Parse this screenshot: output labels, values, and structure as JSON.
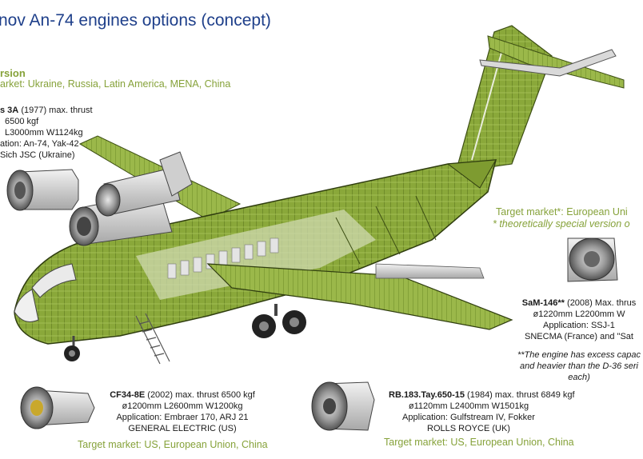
{
  "title": "nov An-74 engines options (concept)",
  "left_block": {
    "heading": "rsion",
    "market": "arket: Ukraine, Russia, Latin America, MENA, China",
    "engine_name": "s 3A",
    "lines": [
      "(1977) max. thrust",
      "6500 kgf",
      "L3000mm W1124kg",
      "ation: An-74, Yak-42",
      "Sich JSC (Ukraine)"
    ]
  },
  "right_top": {
    "market": "Target market*: European Uni",
    "note": "* theoretically special version o"
  },
  "sam146": {
    "name": "SaM-146**",
    "line1": "(2008) Max. thrus",
    "line2": "ø1220mm L2200mm W",
    "line3": "Application: SSJ-1",
    "line4": "SNECMA (France) and \"Sat"
  },
  "sam_note": {
    "line1": "**The engine has excess capac",
    "line2": "and heavier than the D-36 seri",
    "line3": "each)"
  },
  "cf34": {
    "name": "CF34-8E",
    "line1": "(2002) max. thrust 6500 kgf",
    "line2": "ø1200mm L2600mm W1200kg",
    "line3": "Application: Embraer 170, ARJ 21",
    "line4": "GENERAL ELECTRIC (US)",
    "market": "Target market: US, European Union, China"
  },
  "rb183": {
    "name": "RB.183.Tay.650-15",
    "line1": "(1984) max. thrust 6849 kgf",
    "line2": "ø1120mm L2400mm W1501kg",
    "line3": "Application: Gulfstream IV, Fokker",
    "line4": "ROLLS ROYCE (UK)",
    "market": "Target market: US, European Union, China"
  },
  "colors": {
    "title": "#1e3f8a",
    "accent_green": "#86a23a",
    "airframe": "#6f8f2a"
  }
}
